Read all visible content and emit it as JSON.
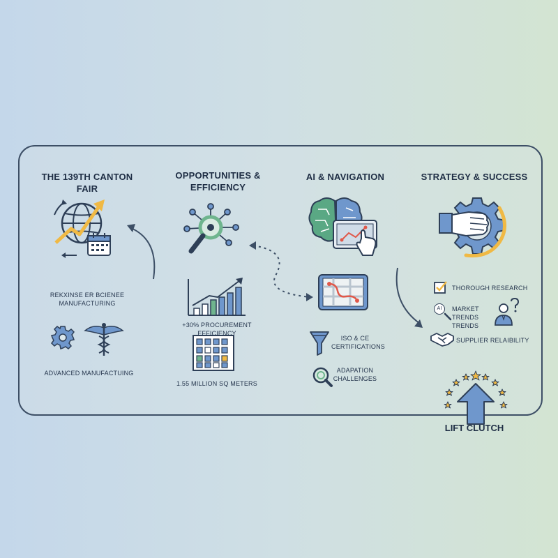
{
  "columns": [
    {
      "title": "THE 139TH CANTON FAIR",
      "items": [
        "REKXINSE ER BCIENEE MANUFACTURING",
        "ADVANCED MANUFACTUING"
      ]
    },
    {
      "title": "OPPORTUNITIES & EFFICIENCY",
      "items": [
        "+30% PROCUREMENT EFFICIENCY",
        "1.55 MILLION SQ METERS"
      ]
    },
    {
      "title": "AI & NAVIGATION",
      "items": [
        "ISO & CE CERTIFICATIONS",
        "ADAPATION CHALLENGES"
      ]
    },
    {
      "title": "STRATEGY & SUCCESS",
      "items": [
        "THOROUGH RESEARCH",
        "MARKET TRENDS TRENDS",
        "SUPPLIER RELAIBILITY"
      ]
    }
  ],
  "icon_text": {
    "ai_badge": "AI"
  },
  "footer": "LIFT CLUTCH",
  "colors": {
    "navy": "#2e3f57",
    "blue": "#6f97cc",
    "yellow": "#f0b944",
    "green": "#6fb58e",
    "red": "#e0584a"
  }
}
